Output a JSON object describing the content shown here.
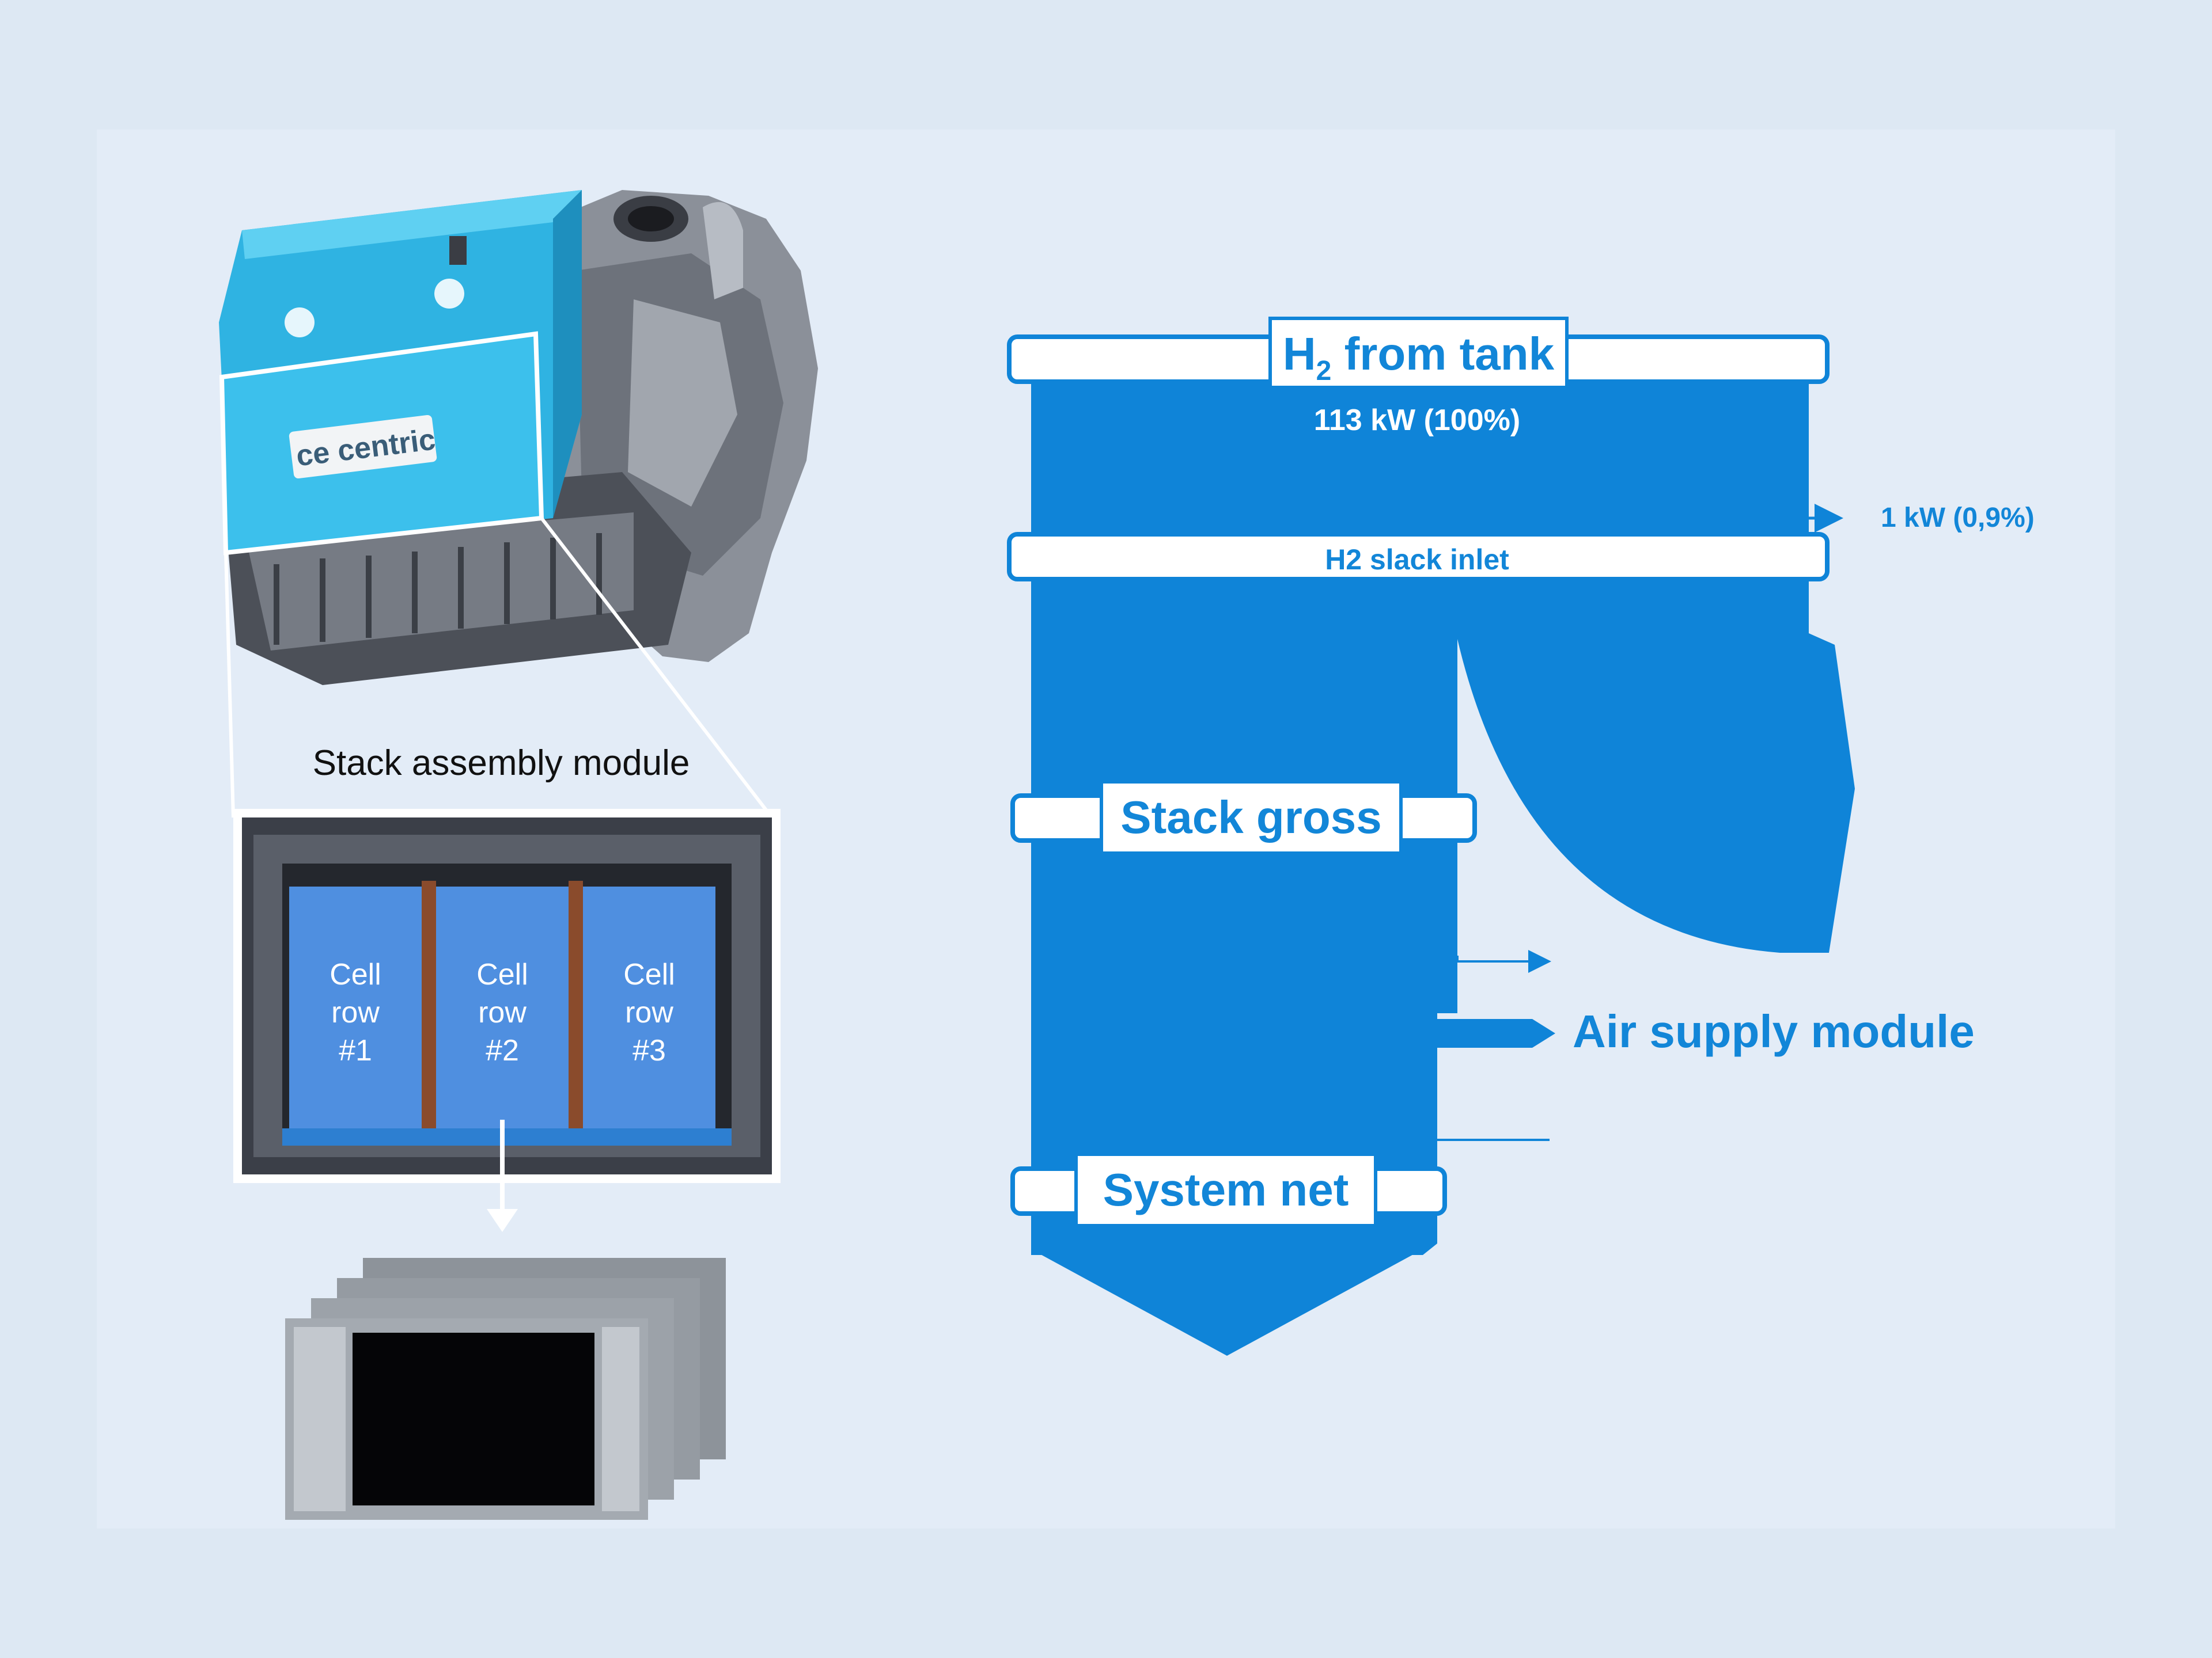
{
  "colors": {
    "background": "#dde8f3",
    "panel": "#e3ecf7",
    "flow_blue": "#0f84d8",
    "engine_cyan": "#2fb3e2",
    "cell_blue": "#4f8fe0"
  },
  "engine_photo": {
    "brand_label": "ce centric",
    "icon": "fuel-cell-engine-illustration"
  },
  "stack_module": {
    "caption": "Stack assembly module",
    "cell_rows": [
      {
        "line1": "Cell",
        "line2": "row",
        "line3": "#1"
      },
      {
        "line1": "Cell",
        "line2": "row",
        "line3": "#2"
      },
      {
        "line1": "Cell",
        "line2": "row",
        "line3": "#3"
      }
    ]
  },
  "sankey": {
    "source": {
      "label_main": "H",
      "label_sub": "2",
      "label_rest": " from tank",
      "value": "113 kW (100%)"
    },
    "loss_label": "1 kW (0,9%)",
    "stack_inlet": "H2 slack inlet",
    "stack_gross": "Stack gross",
    "air_supply": "Air supply module",
    "system_net": "System net"
  }
}
